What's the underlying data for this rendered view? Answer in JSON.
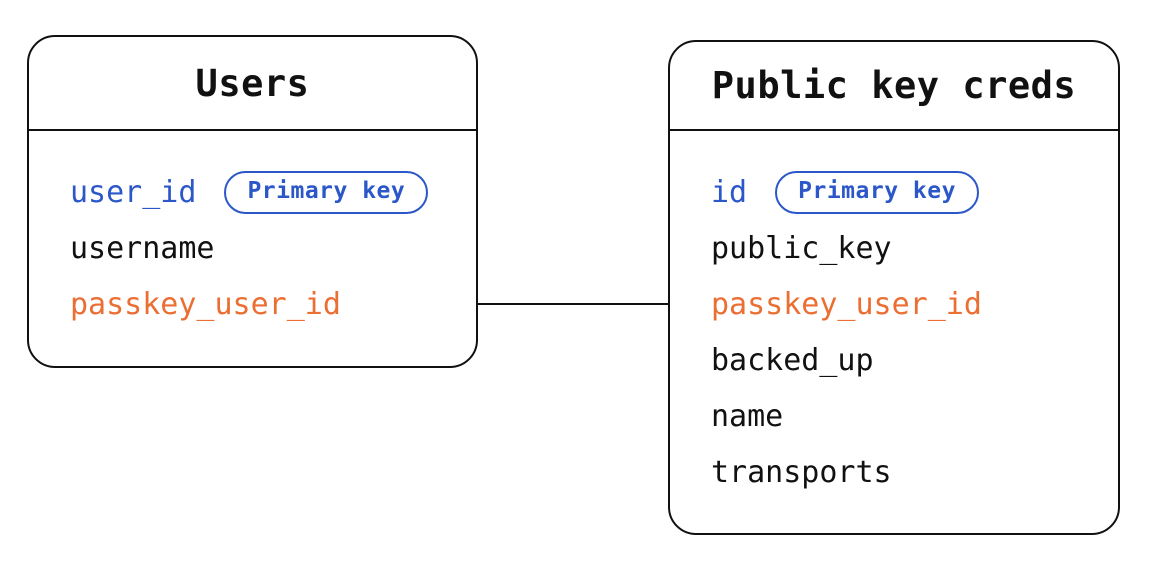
{
  "page": {
    "background": "#ffffff"
  },
  "colors": {
    "line": "#111111",
    "text": "#111111",
    "primary": "#2b57c8",
    "highlight": "#eb6e33"
  },
  "tables": [
    {
      "title": "Users",
      "fields": [
        {
          "name": "user_id",
          "style": "primary",
          "badge": "Primary key"
        },
        {
          "name": "username",
          "style": "normal"
        },
        {
          "name": "passkey_user_id",
          "style": "highlight"
        }
      ]
    },
    {
      "title": "Public key creds",
      "fields": [
        {
          "name": "id",
          "style": "primary",
          "badge": "Primary key"
        },
        {
          "name": "public_key",
          "style": "normal"
        },
        {
          "name": "passkey_user_id",
          "style": "highlight"
        },
        {
          "name": "backed_up",
          "style": "normal"
        },
        {
          "name": "name",
          "style": "normal"
        },
        {
          "name": "transports",
          "style": "normal"
        }
      ]
    }
  ],
  "relationship": {
    "connects": [
      "Users.passkey_user_id",
      "Public key creds.passkey_user_id"
    ]
  }
}
